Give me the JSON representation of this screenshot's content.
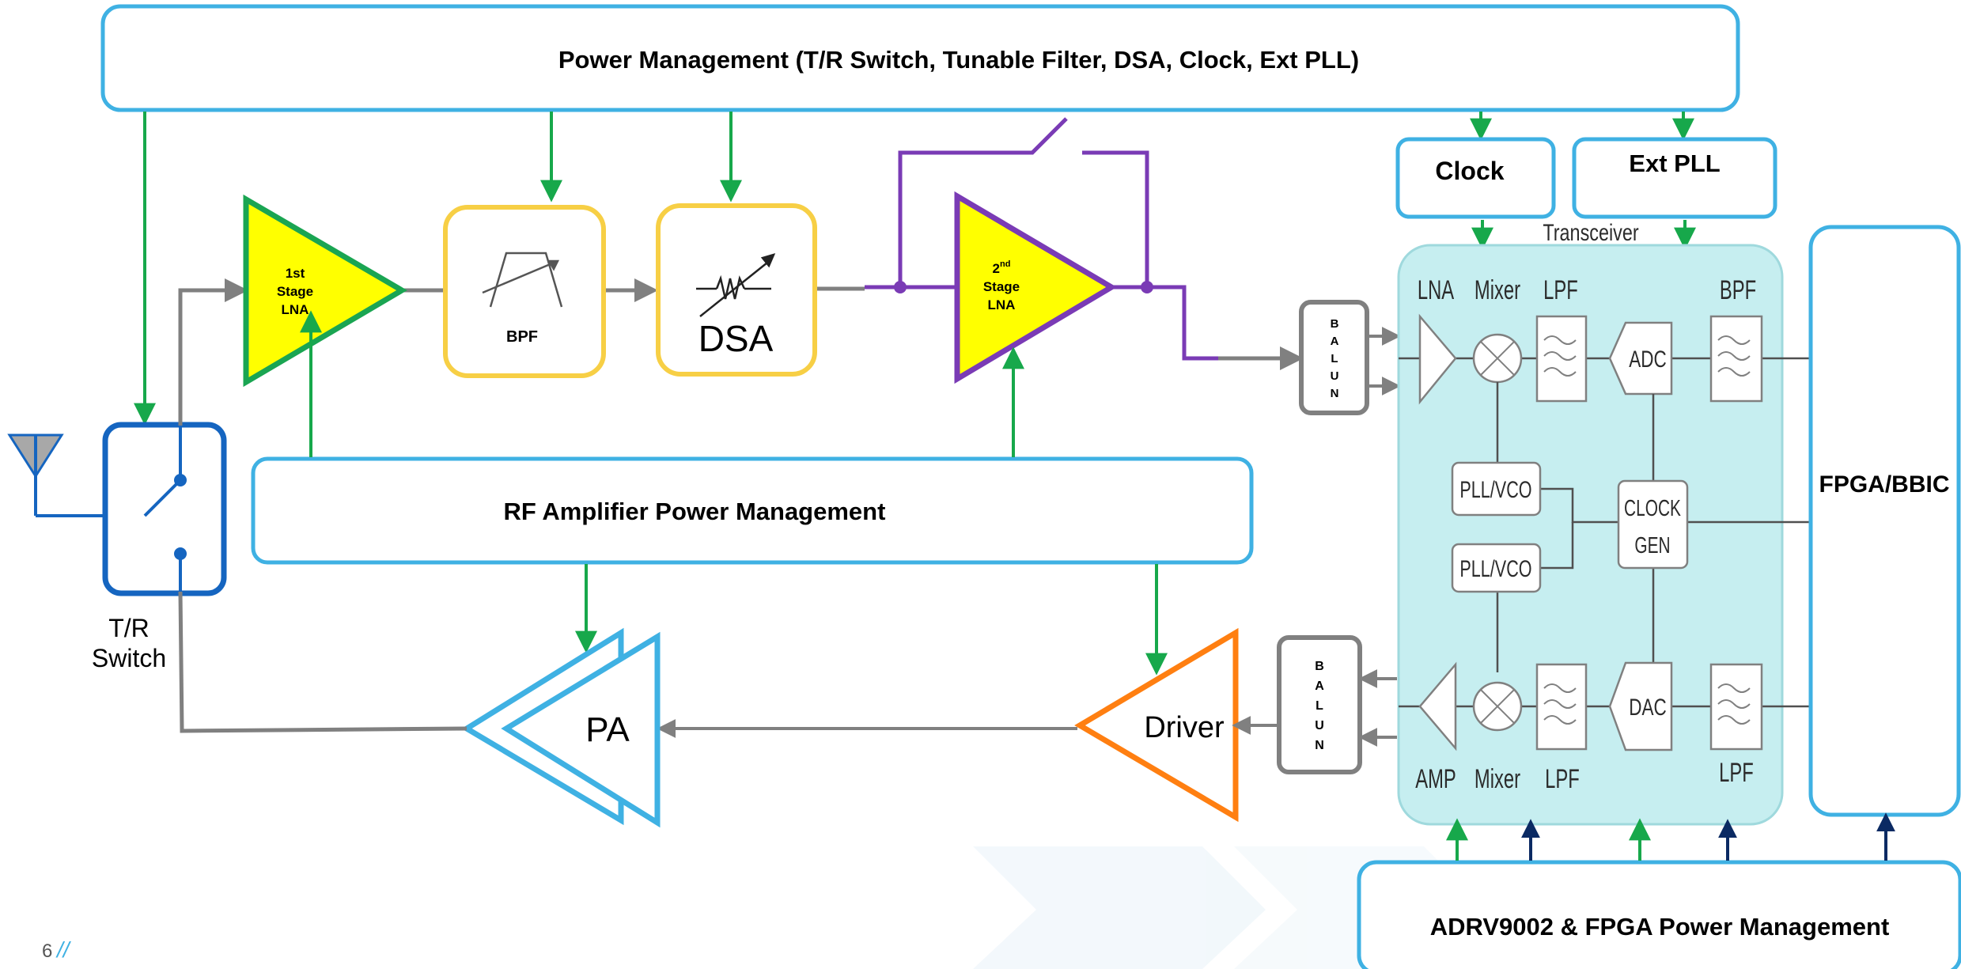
{
  "colors": {
    "box_border": "#3fb1e3",
    "power_arrow": "#17a84b",
    "signal": "#808080",
    "lna_fill": "#ffff00",
    "lna1_border": "#1aa552",
    "lna2_border": "#7a3bb5",
    "filter_border": "#f7cf45",
    "driver_border": "#ff7f11",
    "transceiver_fill": "#c6eef0",
    "switch_blue": "#1565c0",
    "navy_arrow": "#0b2a63"
  },
  "blocks": {
    "power_top": "Power Management (T/R Switch, Tunable Filter, DSA, Clock, Ext PLL)",
    "clock": "Clock",
    "ext_pll": "Ext PLL",
    "lna1": [
      "1st",
      "Stage",
      "LNA"
    ],
    "bpf": "BPF",
    "dsa": "DSA",
    "lna2_sup": "nd",
    "lna2": [
      "2",
      "Stage",
      "LNA"
    ],
    "rf_amp_power": "RF Amplifier Power Management",
    "tr_switch": [
      "T/R",
      "Switch"
    ],
    "pa": "PA",
    "driver": "Driver",
    "balun_letters": [
      "B",
      "A",
      "L",
      "U",
      "N"
    ],
    "fpga": "FPGA/BBIC",
    "adrv_power": "ADRV9002 & FPGA  Power Management"
  },
  "transceiver": {
    "title": "Transceiver",
    "rx_labels": [
      "LNA",
      "Mixer",
      "LPF",
      "BPF"
    ],
    "tx_labels": [
      "AMP",
      "Mixer",
      "LPF",
      "LPF"
    ],
    "adc": "ADC",
    "dac": "DAC",
    "pll1": "PLL/VCO",
    "pll2": "PLL/VCO",
    "clock_gen": [
      "CLOCK",
      "GEN"
    ]
  },
  "footer": {
    "page_number": "6",
    "mark": "//"
  }
}
